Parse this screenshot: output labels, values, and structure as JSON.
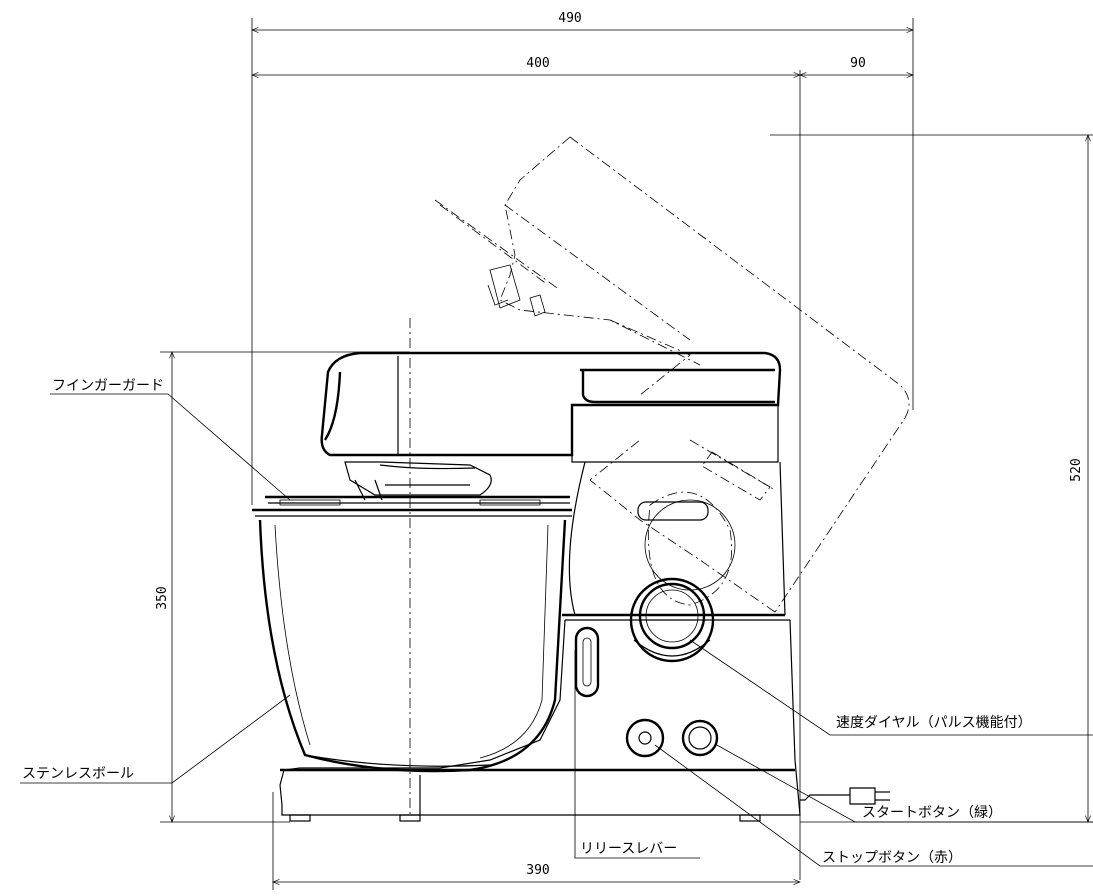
{
  "dimensions": {
    "total_width": "490",
    "body_width": "400",
    "head_overhang": "90",
    "tilted_height": "520",
    "height": "350",
    "base_width": "390"
  },
  "labels": {
    "finger_guard": "フインガーガード",
    "stainless_bowl": "ステンレスボール",
    "speed_dial": "速度ダイヤル（パルス機能付）",
    "start_button": "スタートボタン（緑）",
    "stop_button": "ストップボタン（赤）",
    "release_lever": "リリースレバー"
  }
}
